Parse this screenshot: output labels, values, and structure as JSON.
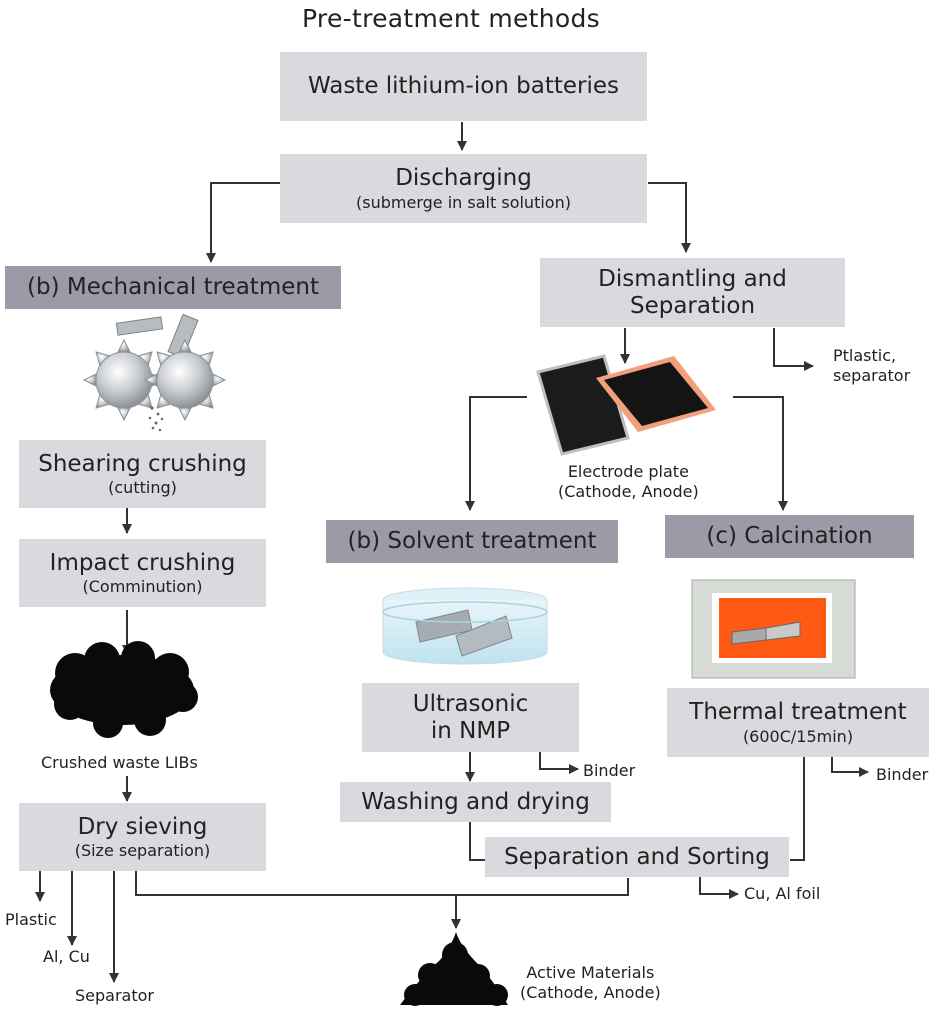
{
  "title": "Pre-treatment methods",
  "boxes": {
    "waste": "Waste lithium-ion batteries",
    "discharging": "Discharging",
    "discharging_sub": "(submerge in salt solution)",
    "mechanical": "(b) Mechanical treatment",
    "dismantling_1": "Dismantling and",
    "dismantling_2": "Separation",
    "shearing": "Shearing crushing",
    "shearing_sub": "(cutting)",
    "impact": "Impact crushing",
    "impact_sub": "(Comminution)",
    "solvent": "(b) Solvent treatment",
    "calcination": "(c) Calcination",
    "ultrasonic_1": "Ultrasonic",
    "ultrasonic_2": "in NMP",
    "thermal": "Thermal treatment",
    "thermal_sub": "(600C/15min)",
    "washing": "Washing and drying",
    "sieving": "Dry sieving",
    "sieving_sub": "(Size separation)",
    "sorting": "Separation and Sorting"
  },
  "labels": {
    "plastic_sep_1": "Ptlastic,",
    "plastic_sep_2": "separator",
    "electrode_1": "Electrode plate",
    "electrode_2": "(Cathode, Anode)",
    "crushed": "Crushed waste LIBs",
    "binder_a": "Binder",
    "binder_b": "Binder",
    "cu_al": "Cu, Al foil",
    "plastic": "Plastic",
    "al_cu": "Al, Cu",
    "separator": "Separator",
    "active_1": "Active Materials",
    "active_2": "(Cathode, Anode)"
  },
  "colors": {
    "box": "#d9d9de",
    "header": "#9c9aa6",
    "line": "#333333",
    "calcination_bg": "#ff5a14"
  }
}
